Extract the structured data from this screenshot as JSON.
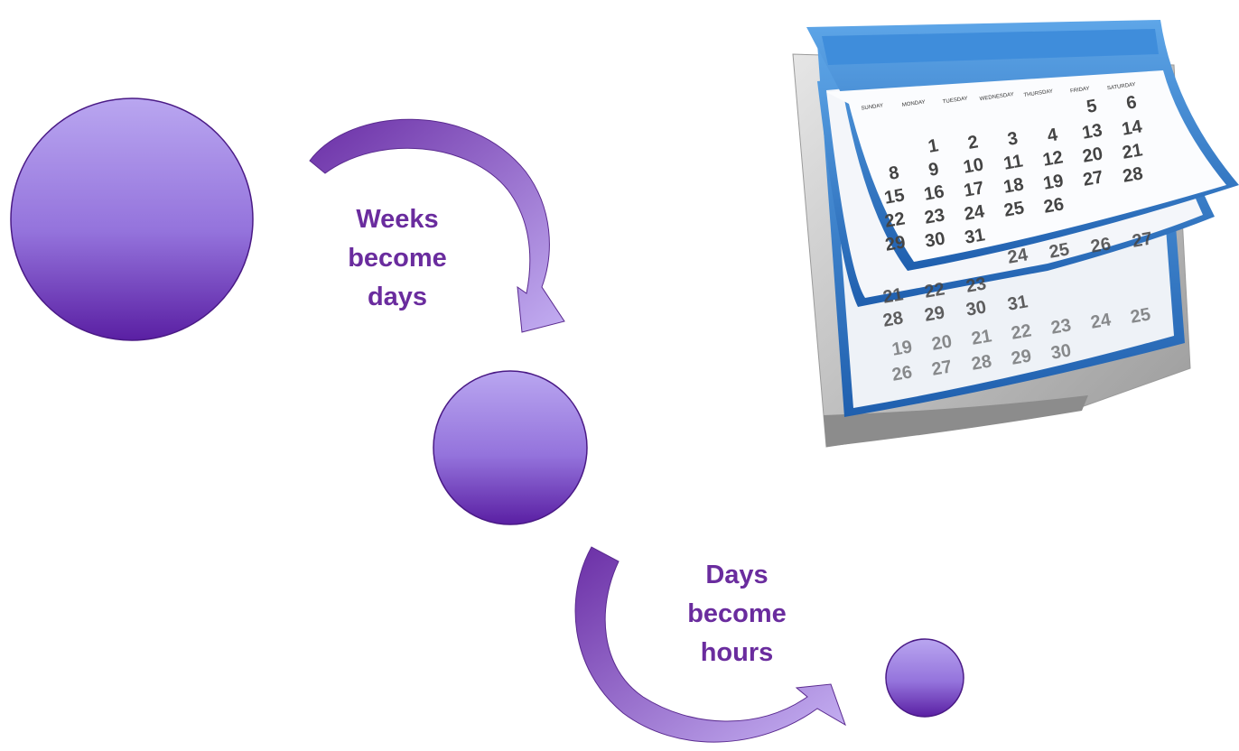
{
  "labels": {
    "first": [
      "Weeks",
      "become",
      "days"
    ],
    "second": [
      "Days",
      "become",
      "hours"
    ]
  },
  "calendar": {
    "weekdays": [
      "SUNDAY",
      "MONDAY",
      "TUESDAY",
      "WEDNESDAY",
      "THURSDAY",
      "FRIDAY",
      "SATURDAY"
    ],
    "front_page_rows": [
      [
        "",
        "",
        "",
        "",
        "",
        "5",
        "6"
      ],
      [
        "",
        "1",
        "2",
        "3",
        "4",
        "13",
        "14"
      ],
      [
        "8",
        "9",
        "10",
        "11",
        "12",
        "20",
        "21"
      ],
      [
        "15",
        "16",
        "17",
        "18",
        "19",
        "27",
        "28"
      ],
      [
        "22",
        "23",
        "24",
        "25",
        "26",
        "",
        ""
      ],
      [
        "29",
        "30",
        "31",
        "",
        "",
        "",
        ""
      ]
    ],
    "middle_page_rows": [
      [
        "",
        "",
        "",
        "24",
        "25",
        "26",
        "27"
      ],
      [
        "21",
        "22",
        "23",
        "",
        "",
        "",
        ""
      ],
      [
        "28",
        "29",
        "30",
        "31",
        "",
        "",
        ""
      ]
    ],
    "back_page_rows": [
      [
        "19",
        "20",
        "21",
        "22",
        "23",
        "24",
        "25"
      ],
      [
        "26",
        "27",
        "28",
        "29",
        "30",
        "",
        ""
      ]
    ]
  },
  "colors": {
    "circle_light": "#b7a3ee",
    "circle_dark": "#5e22a8",
    "label": "#6a2c9e",
    "calendar_blue": "#2b74c4"
  }
}
